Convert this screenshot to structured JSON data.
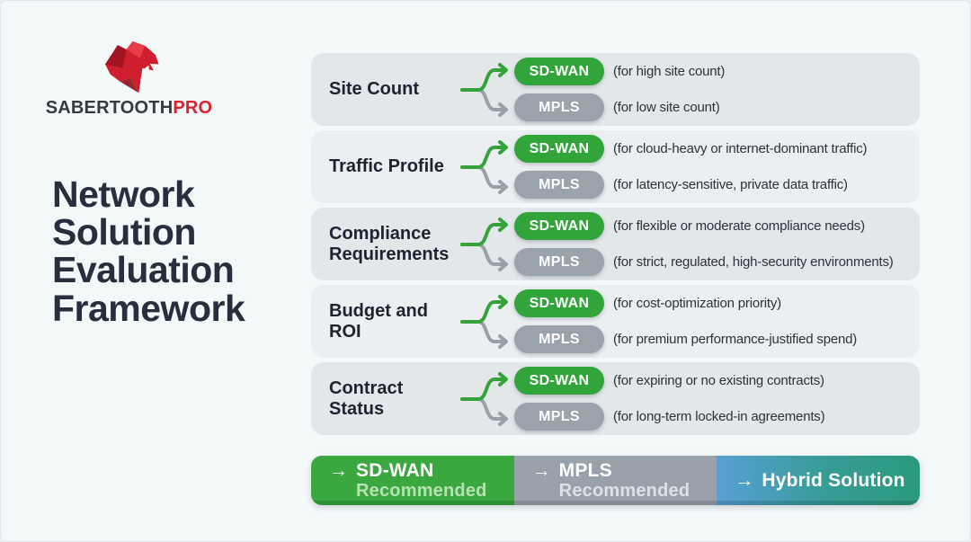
{
  "brand": {
    "primary": "SABERTOOTH",
    "accent": "PRO"
  },
  "title": {
    "lines": [
      "Network",
      "Solution",
      "Evaluation",
      "Framework"
    ]
  },
  "badges": {
    "sdwan": "SD-WAN",
    "mpls": "MPLS"
  },
  "rows": [
    {
      "label": "Site Count",
      "sdwan_note": "(for high site count)",
      "mpls_note": "(for low site count)"
    },
    {
      "label": "Traffic Profile",
      "sdwan_note": "(for cloud-heavy or internet-dominant traffic)",
      "mpls_note": "(for latency-sensitive, private data traffic)"
    },
    {
      "label": "Compliance Requirements",
      "sdwan_note": "(for flexible or moderate compliance needs)",
      "mpls_note": "(for strict, regulated, high-security environments)"
    },
    {
      "label": "Budget and ROI",
      "sdwan_note": "(for cost-optimization priority)",
      "mpls_note": "(for premium performance-justified spend)"
    },
    {
      "label": "Contract Status",
      "sdwan_note": "(for expiring or no existing contracts)",
      "mpls_note": "(for long-term locked-in agreements)"
    }
  ],
  "footer": {
    "arrow": "→",
    "segments": [
      {
        "title": "SD-WAN",
        "subtitle": "Recommended"
      },
      {
        "title": "MPLS",
        "subtitle": "Recommended"
      },
      {
        "title": "Hybrid Solution",
        "subtitle": ""
      }
    ]
  },
  "colors": {
    "sdwan_green": "#31a43a",
    "mpls_gray": "#9aa2ac",
    "footer_green": "#3aa83e",
    "footer_gray": "#99a1aa",
    "hybrid_blue": "#58a0d6",
    "hybrid_teal": "#2b9a7d",
    "brand_red": "#d8232f",
    "title_navy": "#272f3f"
  }
}
